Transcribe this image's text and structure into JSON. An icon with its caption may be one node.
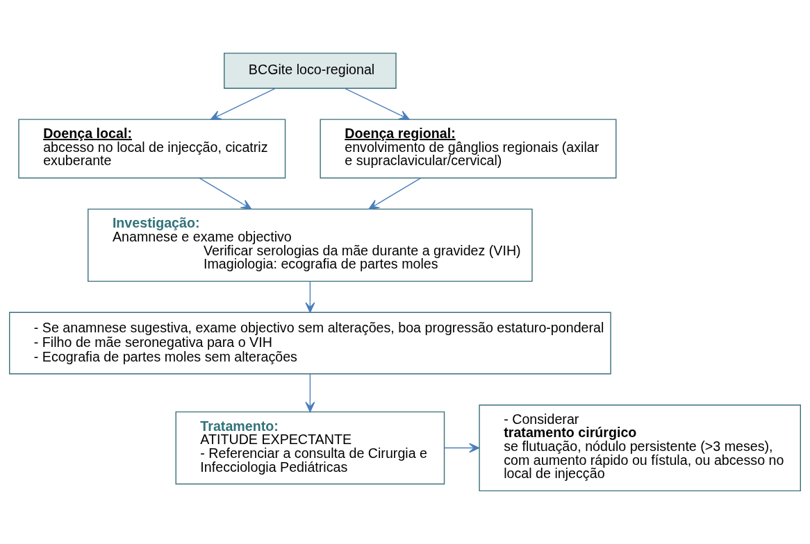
{
  "diagram": {
    "nodes": [
      {
        "text": [
          "BCGite loco-regional"
        ]
      },
      {
        "text": [
          "**Doença local**: abcesso no local de injecção, cicatriz exuberante"
        ]
      },
      {
        "text": [
          "**Doença regional**: envolvimento de gânglios regionais (axilar e supraclavicular/cervical)"
        ]
      },
      {
        "text": [
          "**Investigação**: Anamnese e exame objectivo",
          "Verificar serologias da mãe durante a gravidez (VIH)",
          "Imagiologia: ecografia de partes moles"
        ]
      },
      {
        "text": [
          "- Se anamnese sugestiva, exame objectivo sem alterações, boa progressão estaturo-ponderal",
          "- Filho de mãe seronegativa para o VIH",
          "- Ecografia de partes moles sem alterações"
        ]
      },
      {
        "text": [
          "**Tratamento**:  ATITUDE EXPECTANTE",
          "- Referenciar a consulta de Cirurgia e Infecciologia Pediátricas"
        ]
      },
      {
        "text": [
          "- Considerar **tratamento cirúrgico** se flutuação, nódulo persistente (>3 meses), com aumento rápido ou fístula, ou abcesso no local de injecção"
        ]
      }
    ],
    "edges": [
      {
        "from": 0,
        "to": 1,
        "arrow": "to"
      },
      {
        "from": 0,
        "to": 2,
        "arrow": "to"
      },
      {
        "from": 1,
        "to": 3,
        "arrow": "to"
      },
      {
        "from": 2,
        "to": 3,
        "arrow": "to"
      },
      {
        "from": 3,
        "to": 4,
        "arrow": "to"
      },
      {
        "from": 4,
        "to": 5,
        "arrow": "to"
      },
      {
        "from": 5,
        "to": 6,
        "arrow": "to"
      }
    ]
  }
}
